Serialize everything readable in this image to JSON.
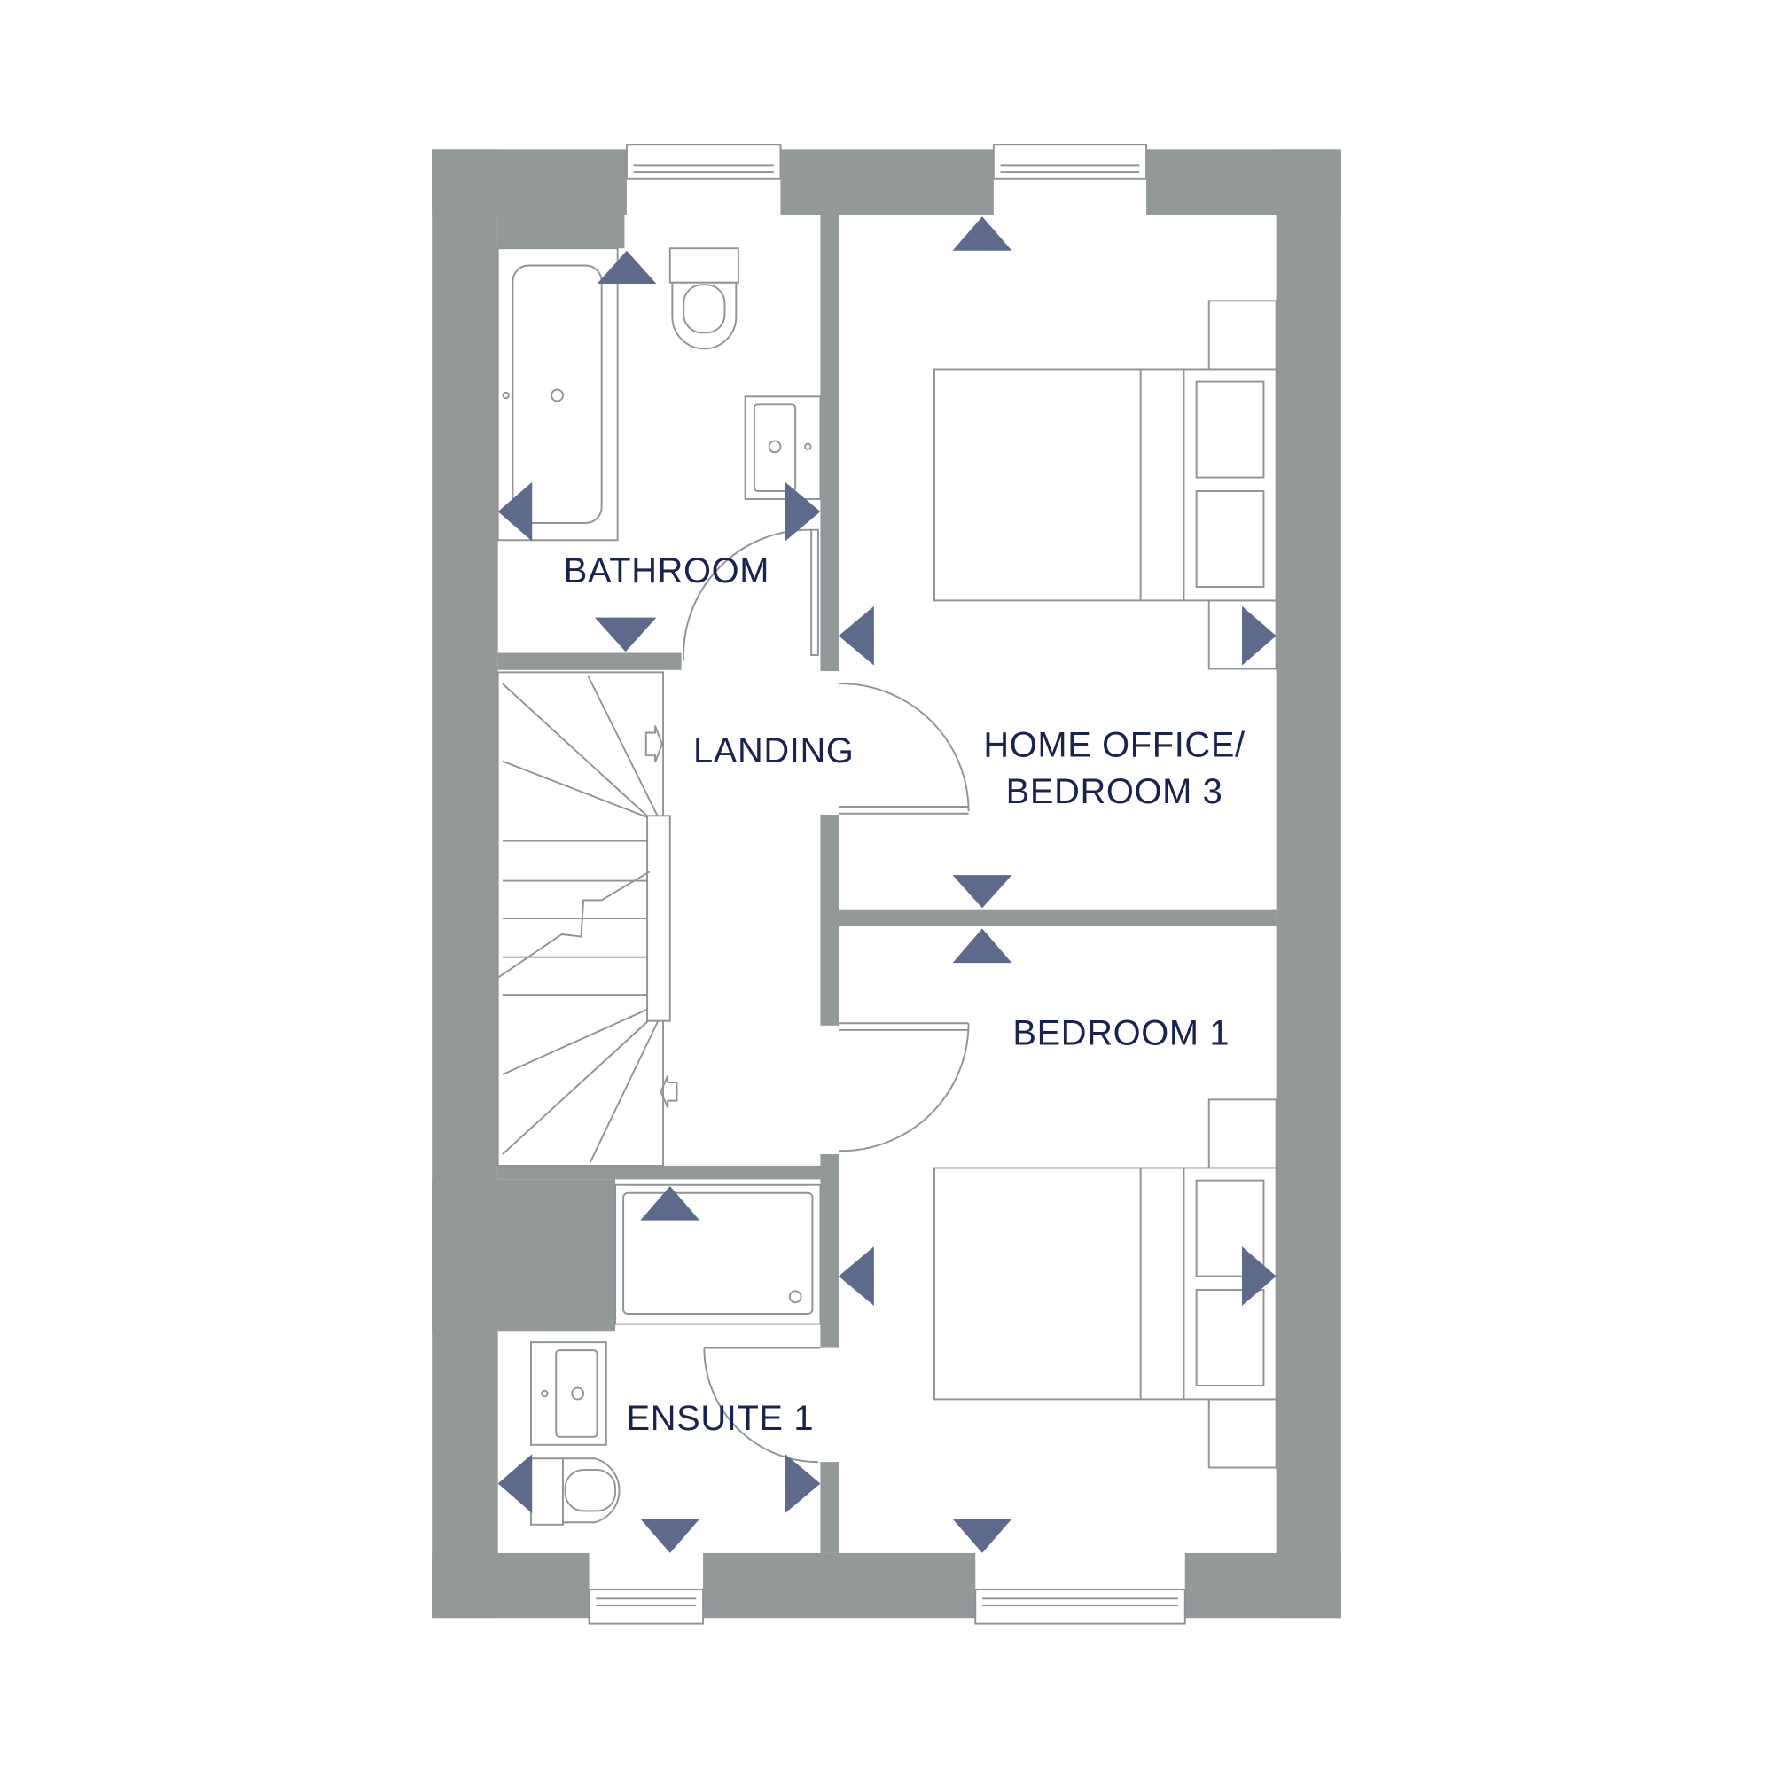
{
  "plan": {
    "rooms": {
      "bathroom": "BATHROOM",
      "landing": "LANDING",
      "home_office_line1": "HOME OFFICE/",
      "home_office_line2": "BEDROOM 3",
      "bedroom1": "BEDROOM 1",
      "ensuite1": "ENSUITE 1"
    },
    "colors": {
      "wall": "#939899",
      "marker": "#5d6a8c",
      "label": "#1a2350"
    }
  }
}
